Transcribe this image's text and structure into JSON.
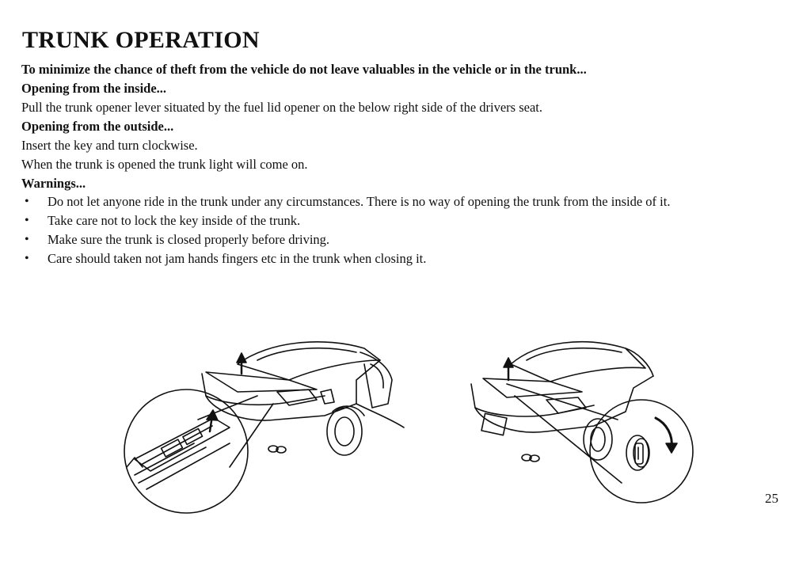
{
  "title": "TRUNK OPERATION",
  "intro": "To minimize the chance of theft from the vehicle do not leave valuables in the vehicle or in the trunk...",
  "inside_heading": "Opening from the inside...",
  "inside_text": "Pull the trunk opener lever situated by the fuel lid opener on the below right side of the drivers seat.",
  "outside_heading": "Opening from the outside...",
  "outside_text_1": "Insert the key and turn clockwise.",
  "outside_text_2": "When the trunk is opened the trunk light will come on.",
  "warnings_heading": "Warnings...",
  "warnings": [
    "Do not let anyone ride in the trunk under any circumstances. There is no way of opening the trunk from the inside of it.",
    "Take care not to lock the key inside of the trunk.",
    "Make sure the trunk is closed properly before driving.",
    "Care should taken not jam hands fingers etc in the trunk when closing it."
  ],
  "bullet": "•",
  "page_number": "25"
}
